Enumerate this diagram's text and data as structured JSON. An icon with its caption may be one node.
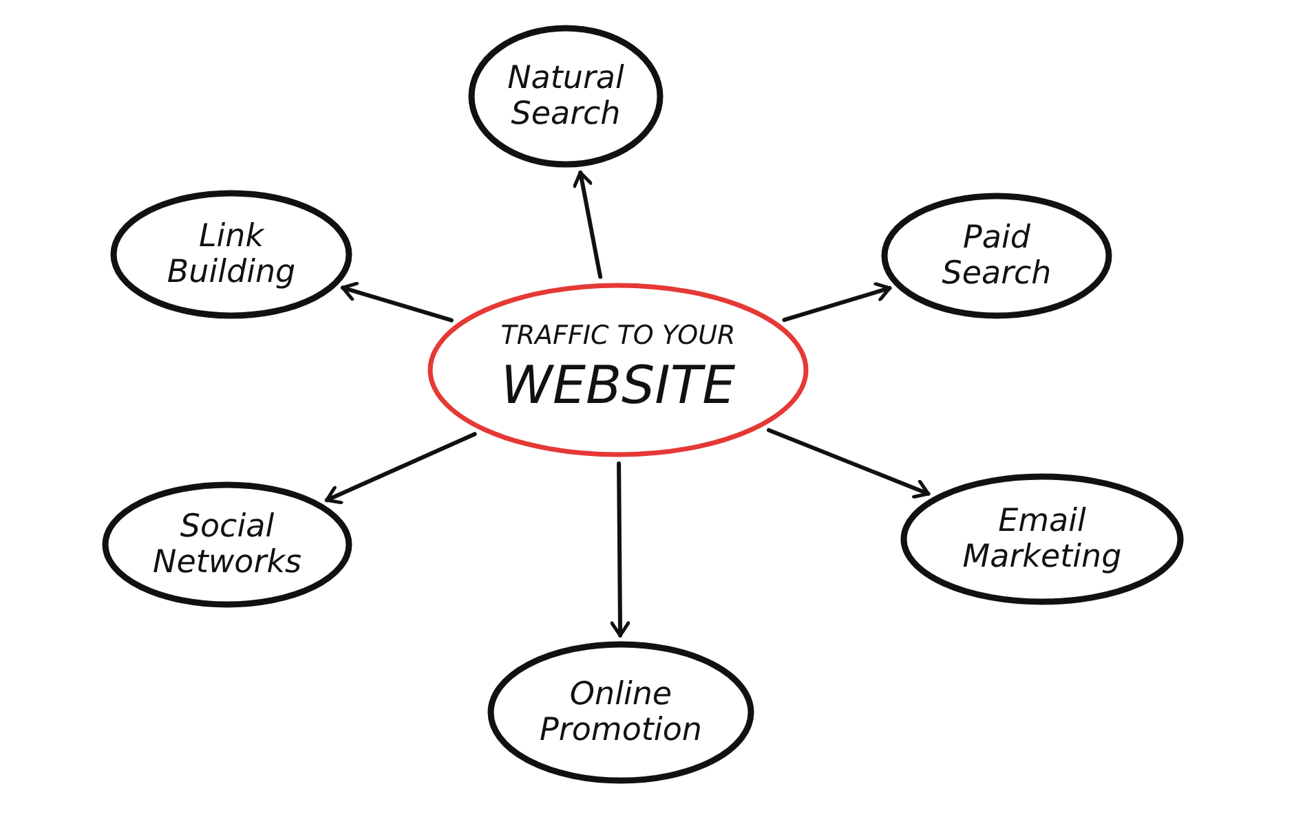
{
  "diagram": {
    "nodes": [
      {
        "text": [
          "TRAFFIC TO YOUR",
          "WEBSITE"
        ]
      },
      {
        "text": [
          "Natural Search"
        ]
      },
      {
        "text": [
          "Paid Search"
        ]
      },
      {
        "text": [
          "Email Marketing"
        ]
      },
      {
        "text": [
          "Online Promotion"
        ]
      },
      {
        "text": [
          "Social Networks"
        ]
      },
      {
        "text": [
          "Link Building"
        ]
      }
    ],
    "edges": [
      {
        "from": 0,
        "to": 1,
        "arrow": "to"
      },
      {
        "from": 0,
        "to": 2,
        "arrow": "to"
      },
      {
        "from": 0,
        "to": 3,
        "arrow": "to"
      },
      {
        "from": 0,
        "to": 4,
        "arrow": "to"
      },
      {
        "from": 0,
        "to": 5,
        "arrow": "to"
      },
      {
        "from": 0,
        "to": 6,
        "arrow": "to"
      }
    ]
  }
}
